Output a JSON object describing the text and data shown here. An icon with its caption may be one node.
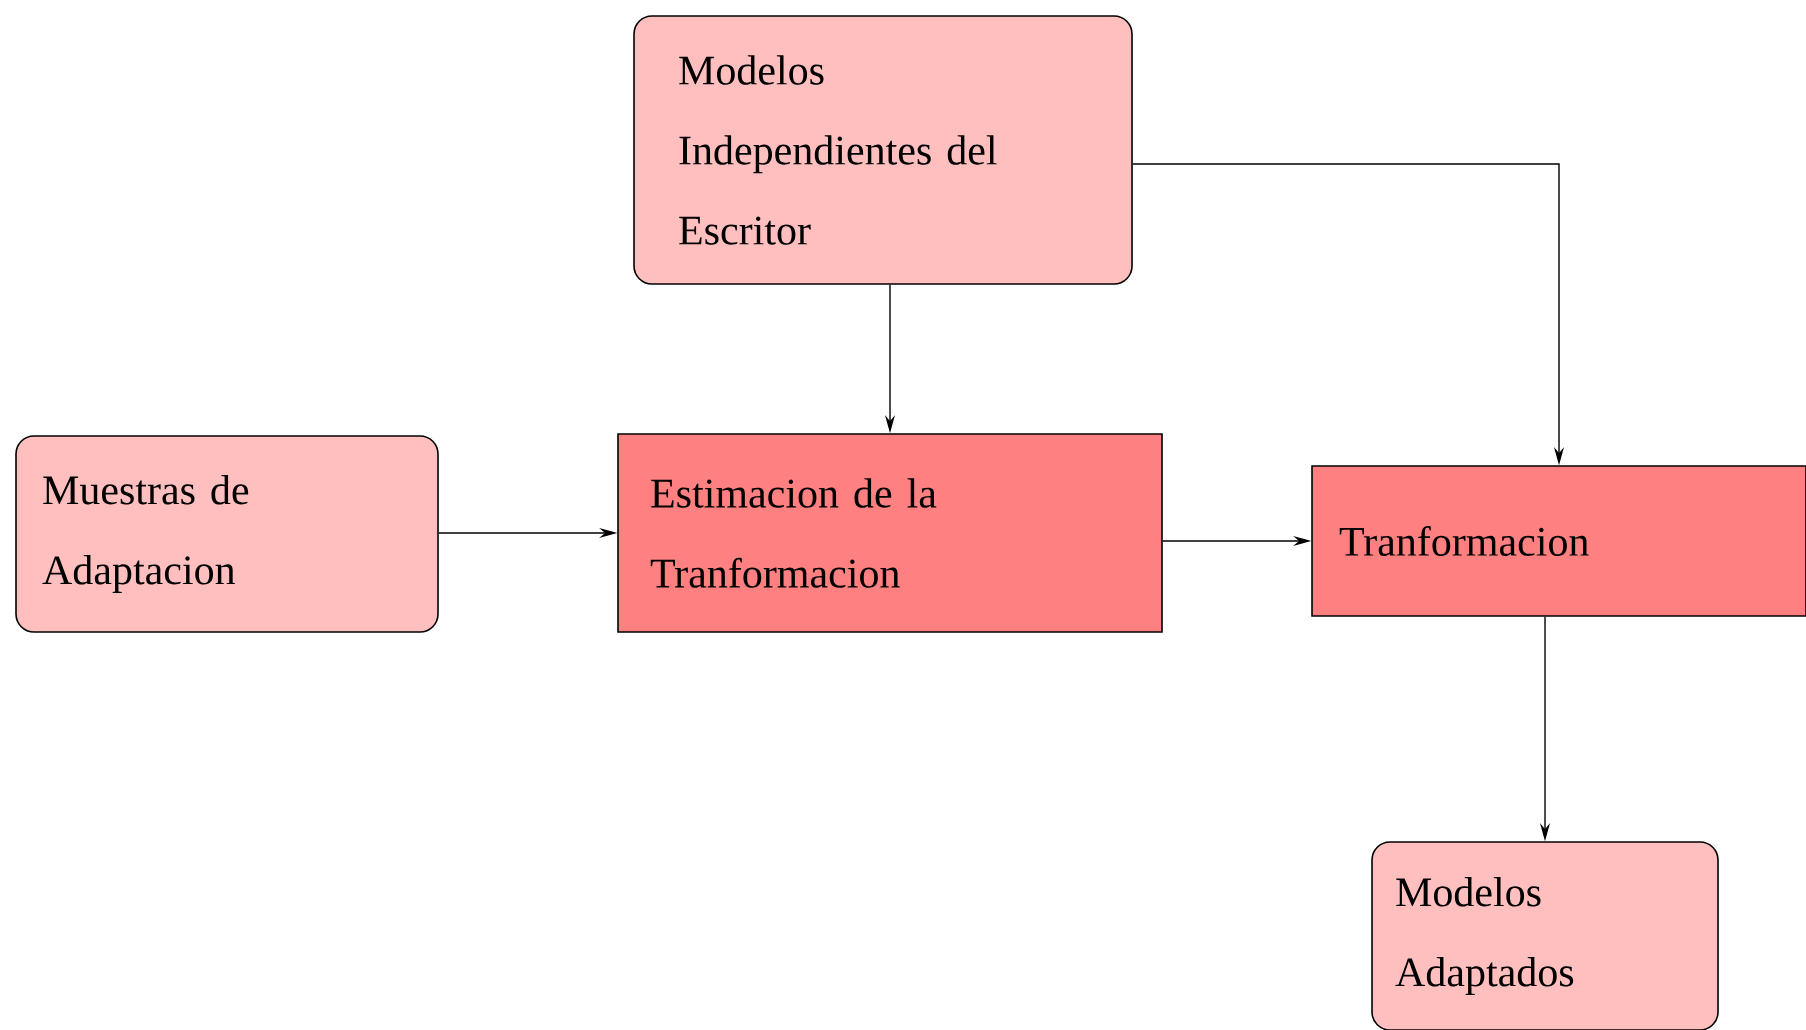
{
  "diagram": {
    "nodes": [
      {
        "text": [
          "Modelos Independientes del Escritor"
        ]
      },
      {
        "text": [
          "Muestras de Adaptacion"
        ]
      },
      {
        "text": [
          "Estimacion de la Tranformacion"
        ]
      },
      {
        "text": [
          "Tranformacion"
        ]
      },
      {
        "text": [
          "Modelos Adaptados"
        ]
      }
    ],
    "edges": [
      {
        "from": 0,
        "to": 2,
        "arrow": "to"
      },
      {
        "from": 0,
        "to": 3,
        "arrow": "to"
      },
      {
        "from": 1,
        "to": 2,
        "arrow": "to"
      },
      {
        "from": 2,
        "to": 3,
        "arrow": "to"
      },
      {
        "from": 3,
        "to": 4,
        "arrow": "to"
      }
    ]
  }
}
